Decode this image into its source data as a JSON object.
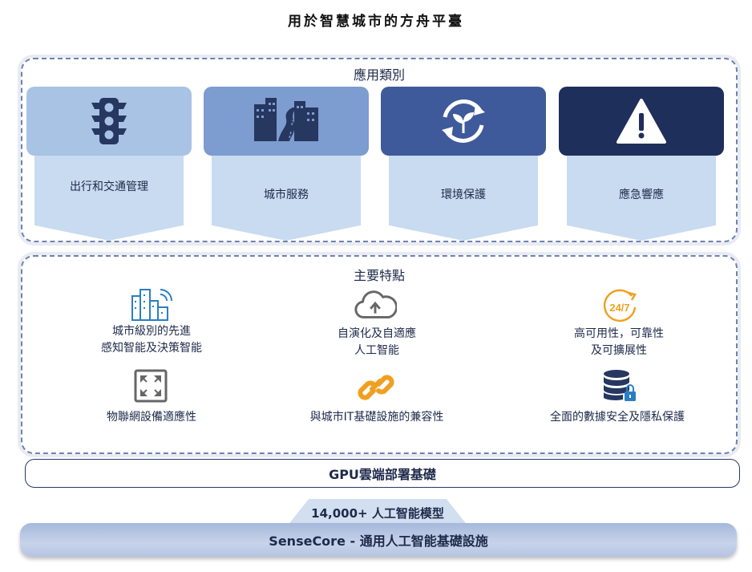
{
  "title": "用於智慧城市的方舟平臺",
  "applications": {
    "heading": "應用類別",
    "items": [
      {
        "label": "出行和交通管理",
        "icon": "traffic-light-icon",
        "color": "#a9c3e4"
      },
      {
        "label": "城市服務",
        "icon": "city-icon",
        "color": "#7d9ccf"
      },
      {
        "label": "環境保護",
        "icon": "recycle-leaf-icon",
        "color": "#3f5a9a"
      },
      {
        "label": "應急響應",
        "icon": "warning-icon",
        "color": "#1f2f5b"
      }
    ]
  },
  "features": {
    "heading": "主要特點",
    "items": [
      {
        "line1": "城市級別的先進",
        "line2": "感知智能及決策智能",
        "icon": "city-wifi-icon"
      },
      {
        "line1": "自演化及自適應",
        "line2": "人工智能",
        "icon": "cloud-upload-icon"
      },
      {
        "line1": "高可用性，可靠性",
        "line2": "及可擴展性",
        "icon": "24-7-icon"
      },
      {
        "line1": "物聯網設備適應性",
        "line2": "",
        "icon": "expand-icon"
      },
      {
        "line1": "與城市IT基礎設施的兼容性",
        "line2": "",
        "icon": "link-icon"
      },
      {
        "line1": "全面的數據安全及隱私保護",
        "line2": "",
        "icon": "database-lock-icon"
      }
    ]
  },
  "gpu_label": "GPU雲端部署基礎",
  "models_label": "14,000+ 人工智能模型",
  "base_label": "SenseCore - 通用人工智能基礎設施",
  "colors": {
    "accent_orange": "#f0a020",
    "icon_blue": "#2a7fc4",
    "icon_gray": "#666666",
    "icon_navy": "#263760"
  }
}
